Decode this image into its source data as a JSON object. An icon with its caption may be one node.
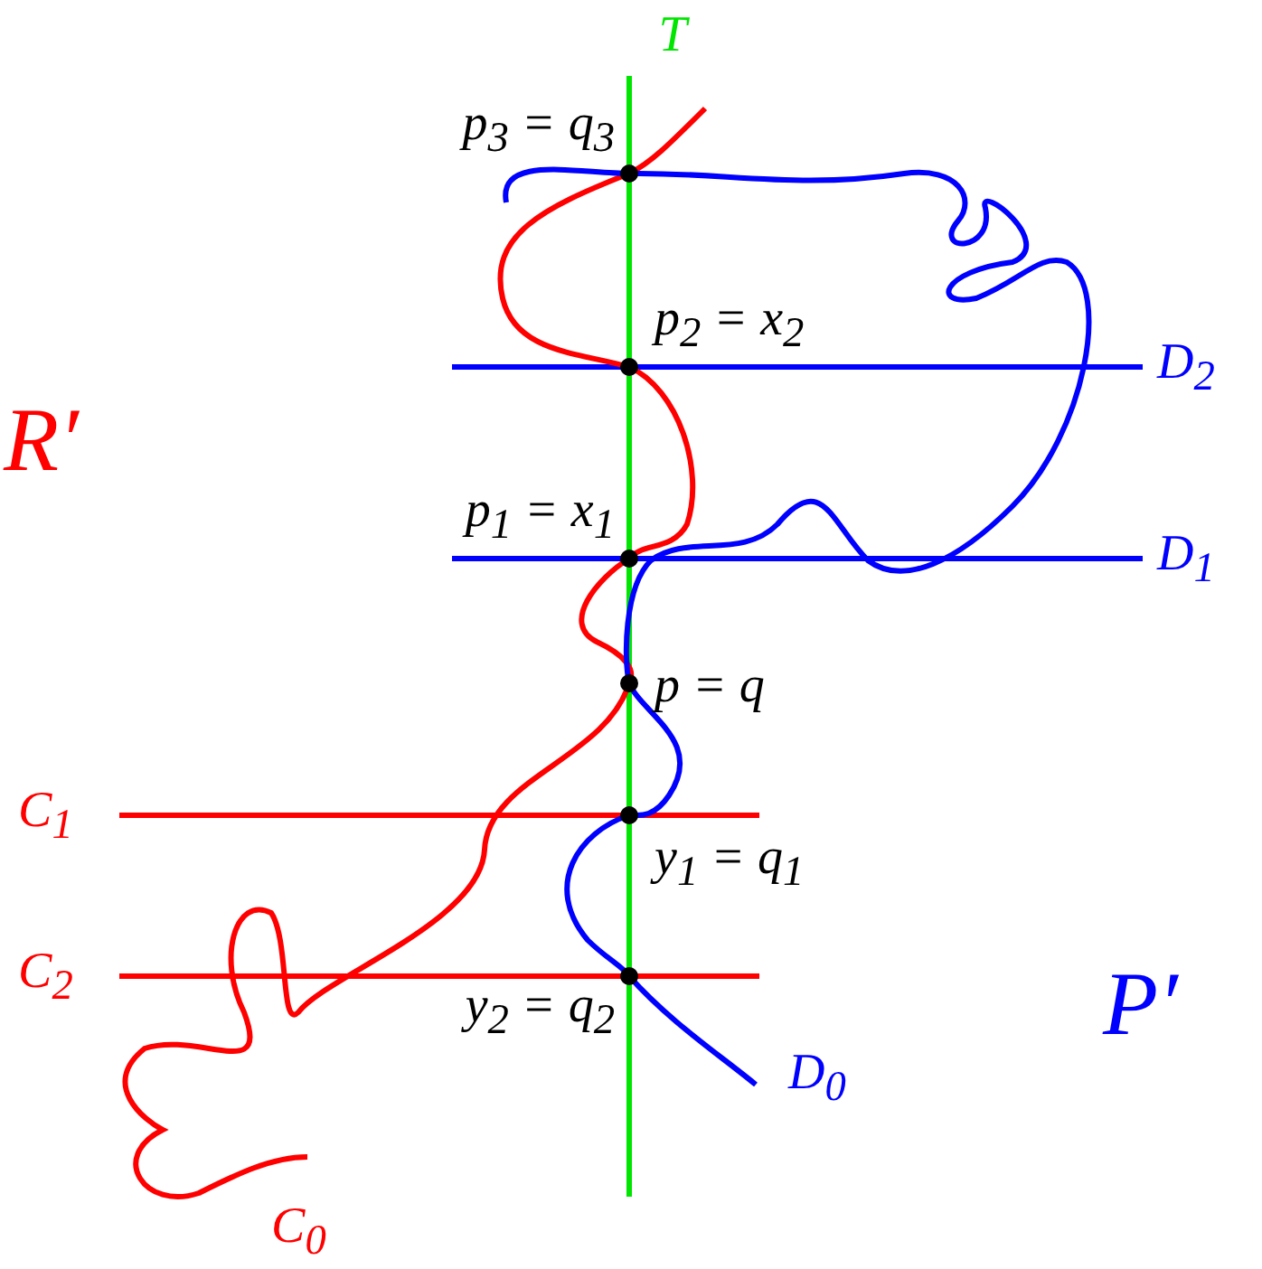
{
  "diagram": {
    "labels": [
      "T",
      "p$_{3}$ = q$_{3}$",
      "p$_{2}$ = x$_{2}$",
      "R′",
      "D$_{2}$",
      "p$_{1}$ = x$_{1}$",
      "D$_{1}$",
      "p = q",
      "C$_{1}$",
      "y$_{1}$ = q$_{1}$",
      "P′",
      "C$_{2}$",
      "y$_{2}$ = q$_{2}$",
      "D$_{0}$",
      "C$_{0}$"
    ]
  }
}
